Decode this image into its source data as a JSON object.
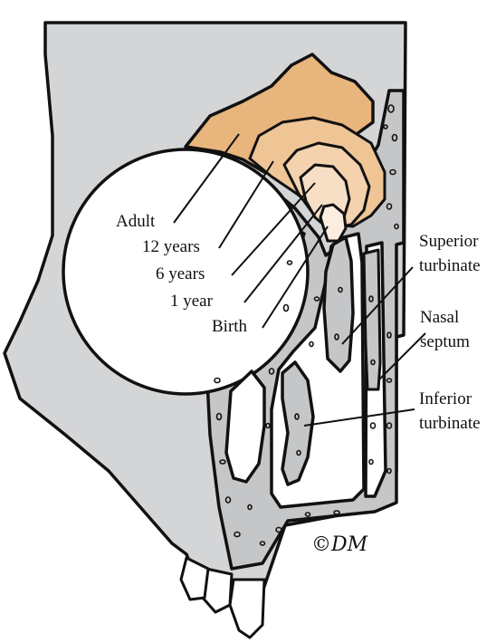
{
  "labels": {
    "adult": "Adult",
    "twelve_years": "12 years",
    "six_years": "6 years",
    "one_year": "1 year",
    "birth": "Birth",
    "superior_1": "Superior",
    "superior_2": "turbinate",
    "nasal_1": "Nasal",
    "nasal_2": "septum",
    "inferior_1": "Inferior",
    "inferior_2": "turbinate",
    "signature": "©DM"
  },
  "colors": {
    "skull_gray": "#d4d5d7",
    "bone_gray": "#c5c6c8",
    "adult_sinus": "#e8b57c",
    "sinus_12y": "#efc596",
    "sinus_6y": "#f3d2ad",
    "sinus_1y": "#f7dfc5",
    "sinus_birth": "#fbede0",
    "outline": "#111111"
  }
}
